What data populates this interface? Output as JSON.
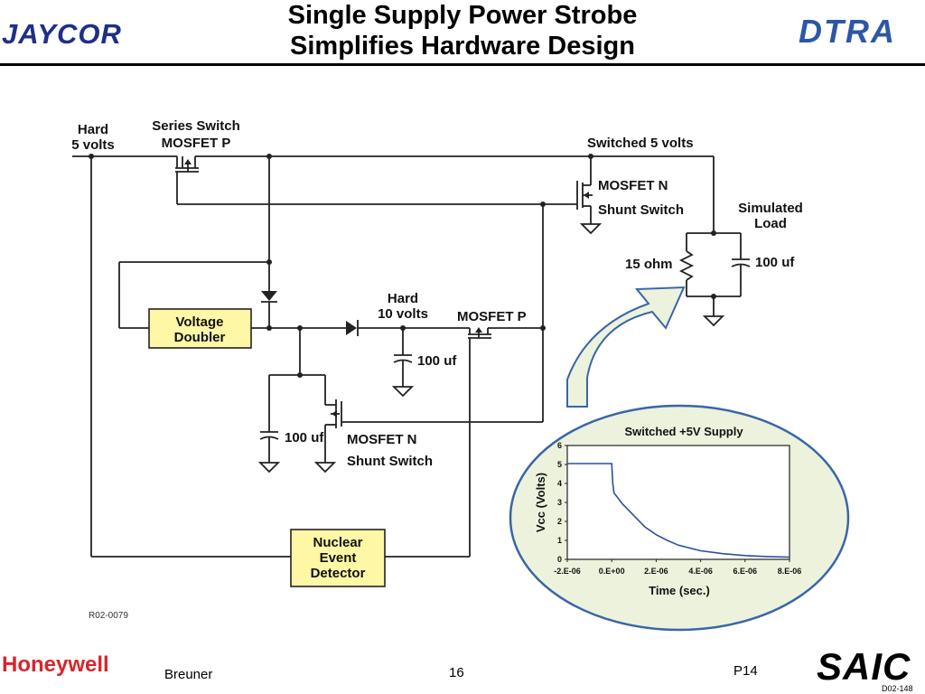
{
  "header": {
    "title_line1": "Single Supply Power Strobe",
    "title_line2": "Simplifies Hardware Design",
    "logo_left": "JAYCOR",
    "logo_right": "DTRA"
  },
  "circuit": {
    "labels": {
      "hard5_line1": "Hard",
      "hard5_line2": "5 volts",
      "series_switch_line1": "Series Switch",
      "series_switch_line2": "MOSFET P",
      "switched5": "Switched 5 volts",
      "mosfet_n_top_line1": "MOSFET N",
      "mosfet_n_top_line2": "Shunt Switch",
      "simulated_load_line1": "Simulated",
      "simulated_load_line2": "Load",
      "resistor": "15 ohm",
      "load_cap": "100 uf",
      "hard10_line1": "Hard",
      "hard10_line2": "10 volts",
      "mosfet_p_mid": "MOSFET P",
      "mid_cap": "100 uf",
      "left_cap": "100 uf",
      "mosfet_n_bottom_line1": "MOSFET N",
      "mosfet_n_bottom_line2": "Shunt Switch",
      "voltage_doubler_line1": "Voltage",
      "voltage_doubler_line2": "Doubler",
      "ned_line1": "Nuclear",
      "ned_line2": "Event",
      "ned_line3": "Detector"
    },
    "drawing_number": "R02-0079",
    "colors": {
      "box_fill": "#fdf7a6",
      "ellipse_fill": "#ecf2dc",
      "ellipse_stroke": "#3a65a8",
      "trace": "#2b4fa0"
    }
  },
  "chart_data": {
    "type": "line",
    "title": "Switched +5V Supply",
    "xlabel": "Time (sec.)",
    "ylabel": "Vcc (Volts)",
    "xlim": [
      -2e-06,
      8e-06
    ],
    "ylim": [
      0,
      6
    ],
    "x_tick_labels": [
      "-2.E-06",
      "0.E+00",
      "2.E-06",
      "4.E-06",
      "6.E-06",
      "8.E-06"
    ],
    "x_ticks": [
      -2e-06,
      0,
      2e-06,
      4e-06,
      6e-06,
      8e-06
    ],
    "y_tick_labels": [
      "0",
      "1",
      "2",
      "3",
      "4",
      "5",
      "6"
    ],
    "y_ticks": [
      0,
      1,
      2,
      3,
      4,
      5,
      6
    ],
    "grid": false,
    "series": [
      {
        "values_x": [
          -2e-06,
          -1e-06,
          0,
          5e-08,
          1e-07,
          3e-07,
          5e-07,
          1e-06,
          1.5e-06,
          2e-06,
          2.5e-06,
          3e-06,
          4e-06,
          5e-06,
          6e-06,
          7e-06,
          8e-06
        ],
        "values_y": [
          5.05,
          5.05,
          5.05,
          4.0,
          3.5,
          3.2,
          2.9,
          2.3,
          1.7,
          1.3,
          1.0,
          0.75,
          0.45,
          0.3,
          0.2,
          0.15,
          0.12
        ]
      }
    ]
  },
  "footer": {
    "logo_left": "Honeywell",
    "author": "Breuner",
    "page": "16",
    "ref": "P14",
    "logo_right": "SAIC",
    "code": "D02-148"
  }
}
